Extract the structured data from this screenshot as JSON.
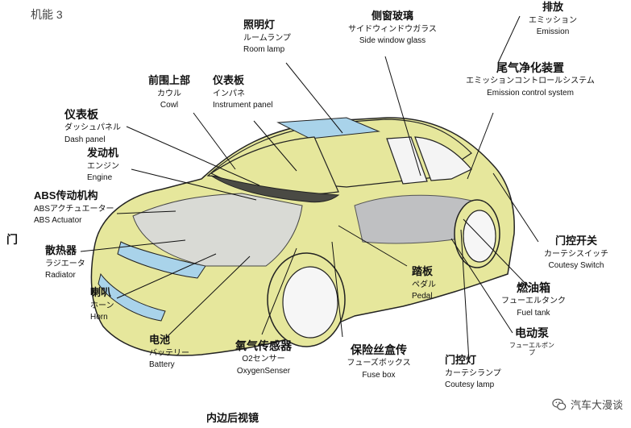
{
  "page_label": "机能 3",
  "stray_char": "门",
  "watermark": {
    "text": "汽车大漫谈",
    "icon": "wechat-icon"
  },
  "colors": {
    "body": "#e6e79c",
    "glass": "#a9d3ea",
    "outline": "#222222",
    "interior": "#bfc0c2"
  },
  "parts": {
    "room_lamp": {
      "zh": "照明灯",
      "ja": "ルームランプ",
      "en": "Room lamp"
    },
    "side_glass": {
      "zh": "侧窗玻璃",
      "ja": "サイドウィンドウガラス",
      "en": "Side window glass"
    },
    "emission": {
      "zh": "排放",
      "ja": "エミッション",
      "en": "Emission"
    },
    "emission_control": {
      "zh": "尾气净化装置",
      "ja": "エミッションコントロールシステム",
      "en": "Emission control system"
    },
    "cowl": {
      "zh": "前围上部",
      "ja": "カウル",
      "en": "Cowl"
    },
    "instrument_panel": {
      "zh": "仪表板",
      "ja": "インパネ",
      "en": "Instrument panel"
    },
    "dash_panel": {
      "zh": "仪表板",
      "ja": "ダッシュパネル",
      "en": "Dash panel"
    },
    "engine": {
      "zh": "发动机",
      "ja": "エンジン",
      "en": "Engine"
    },
    "abs": {
      "zh": "ABS传动机构",
      "ja": "ABSアクチュエーター",
      "en": "ABS Actuator"
    },
    "radiator": {
      "zh": "散热器",
      "ja": "ラジエータ",
      "en": "Radiator"
    },
    "horn": {
      "zh": "喇叭",
      "ja": "ホーン",
      "en": "Horn"
    },
    "battery": {
      "zh": "电池",
      "ja": "バッテリー",
      "en": "Battery"
    },
    "o2_sensor": {
      "zh": "氧气传感器",
      "ja": "O2センサー",
      "en": "OxygenSenser"
    },
    "fuse_box": {
      "zh": "保险丝盒传",
      "ja": "フューズボックス",
      "en": "Fuse box"
    },
    "pedal": {
      "zh": "踏板",
      "ja": "ペダル",
      "en": "Pedal"
    },
    "courtesy_switch": {
      "zh": "门控开关",
      "ja": "カーテシスイッチ",
      "en": "Coutesy Switch"
    },
    "fuel_tank": {
      "zh": "燃油箱",
      "ja": "フューエルタンク",
      "en": "Fuel tank"
    },
    "fuel_pump": {
      "zh": "电动泵",
      "ja": "フューエルポンプ",
      "en": ""
    },
    "courtesy_lamp": {
      "zh": "门控灯",
      "ja": "カーテシランプ",
      "en": "Coutesy lamp"
    },
    "inner_mirror": {
      "zh": "内边后视镜",
      "ja": "",
      "en": ""
    }
  }
}
